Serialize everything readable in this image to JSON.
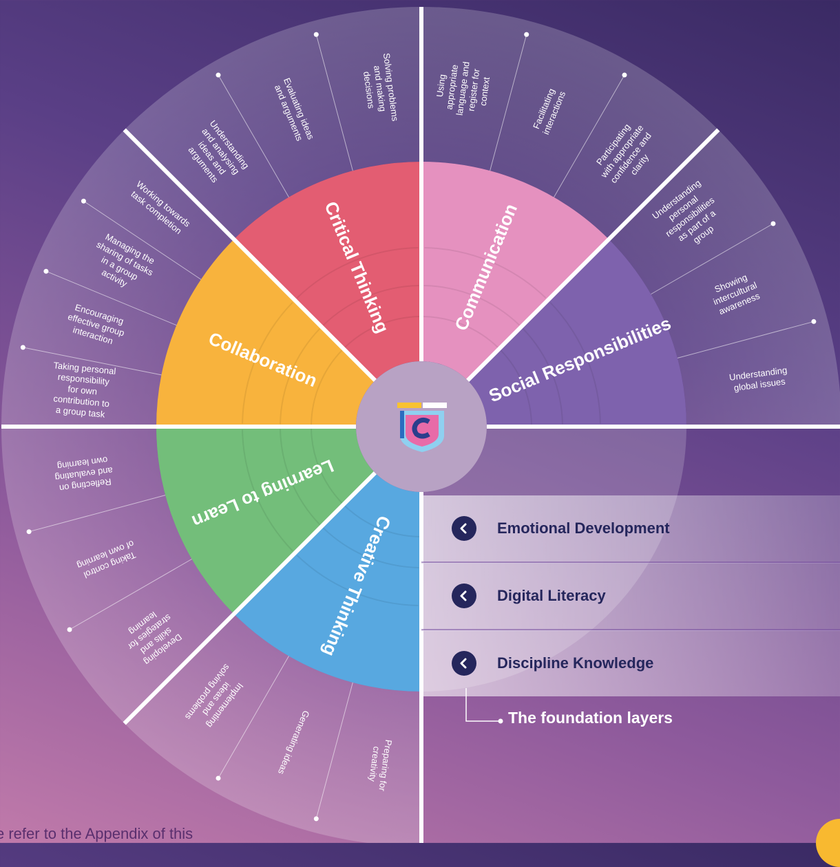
{
  "competencies": [
    {
      "key": "critical-thinking",
      "label": "Critical Thinking",
      "color": "#e35d72",
      "subskills": [
        "Understanding and analysing ideas and arguments",
        "Evaluating ideas and arguments",
        "Solving problems and making decisions"
      ]
    },
    {
      "key": "communication",
      "label": "Communication",
      "color": "#e591bf",
      "subskills": [
        "Using appropriate language and register for context",
        "Facilitating interactions",
        "Participating with appropriate confidence and clarity"
      ]
    },
    {
      "key": "social-responsibilities",
      "label": "Social Responsibilities",
      "color": "#7e62ad",
      "subskills": [
        "Understanding personal responsibilities as part of a group",
        "Showing intercultural awareness",
        "Understanding global issues"
      ]
    },
    {
      "key": "collaboration",
      "label": "Collaboration",
      "color": "#f8b33d",
      "subskills": [
        "Taking personal responsibility for own contribution to a group task",
        "Encouraging effective group interaction",
        "Managing the sharing of tasks in a group activity",
        "Working towards task completion"
      ]
    },
    {
      "key": "learning-to-learn",
      "label": "Learning to Learn",
      "color": "#73be7a",
      "subskills": [
        "Developing skills and strategies for learning",
        "Taking control of own learning",
        "Reflecting on and evaluating own learning"
      ]
    },
    {
      "key": "creative-thinking",
      "label": "Creative Thinking",
      "color": "#58a8e0",
      "subskills": [
        "Preparing for creativity",
        "Generating ideas",
        "Implementing ideas and solving problems"
      ]
    }
  ],
  "foundation": {
    "layers": [
      "Emotional Development",
      "Digital Literacy",
      "Discipline Knowledge"
    ],
    "label": "The foundation layers"
  },
  "footer": {
    "text": "e refer to the Appendix of this"
  },
  "colors": {
    "navy": "#25265c",
    "accent": "#f8b930",
    "outer_ring": "rgba(255,255,255,0.16)",
    "hub": "#b8a2c4"
  },
  "icons": {
    "hub": "shield-c-logo-icon",
    "layer_button": "chevron-left-icon"
  }
}
